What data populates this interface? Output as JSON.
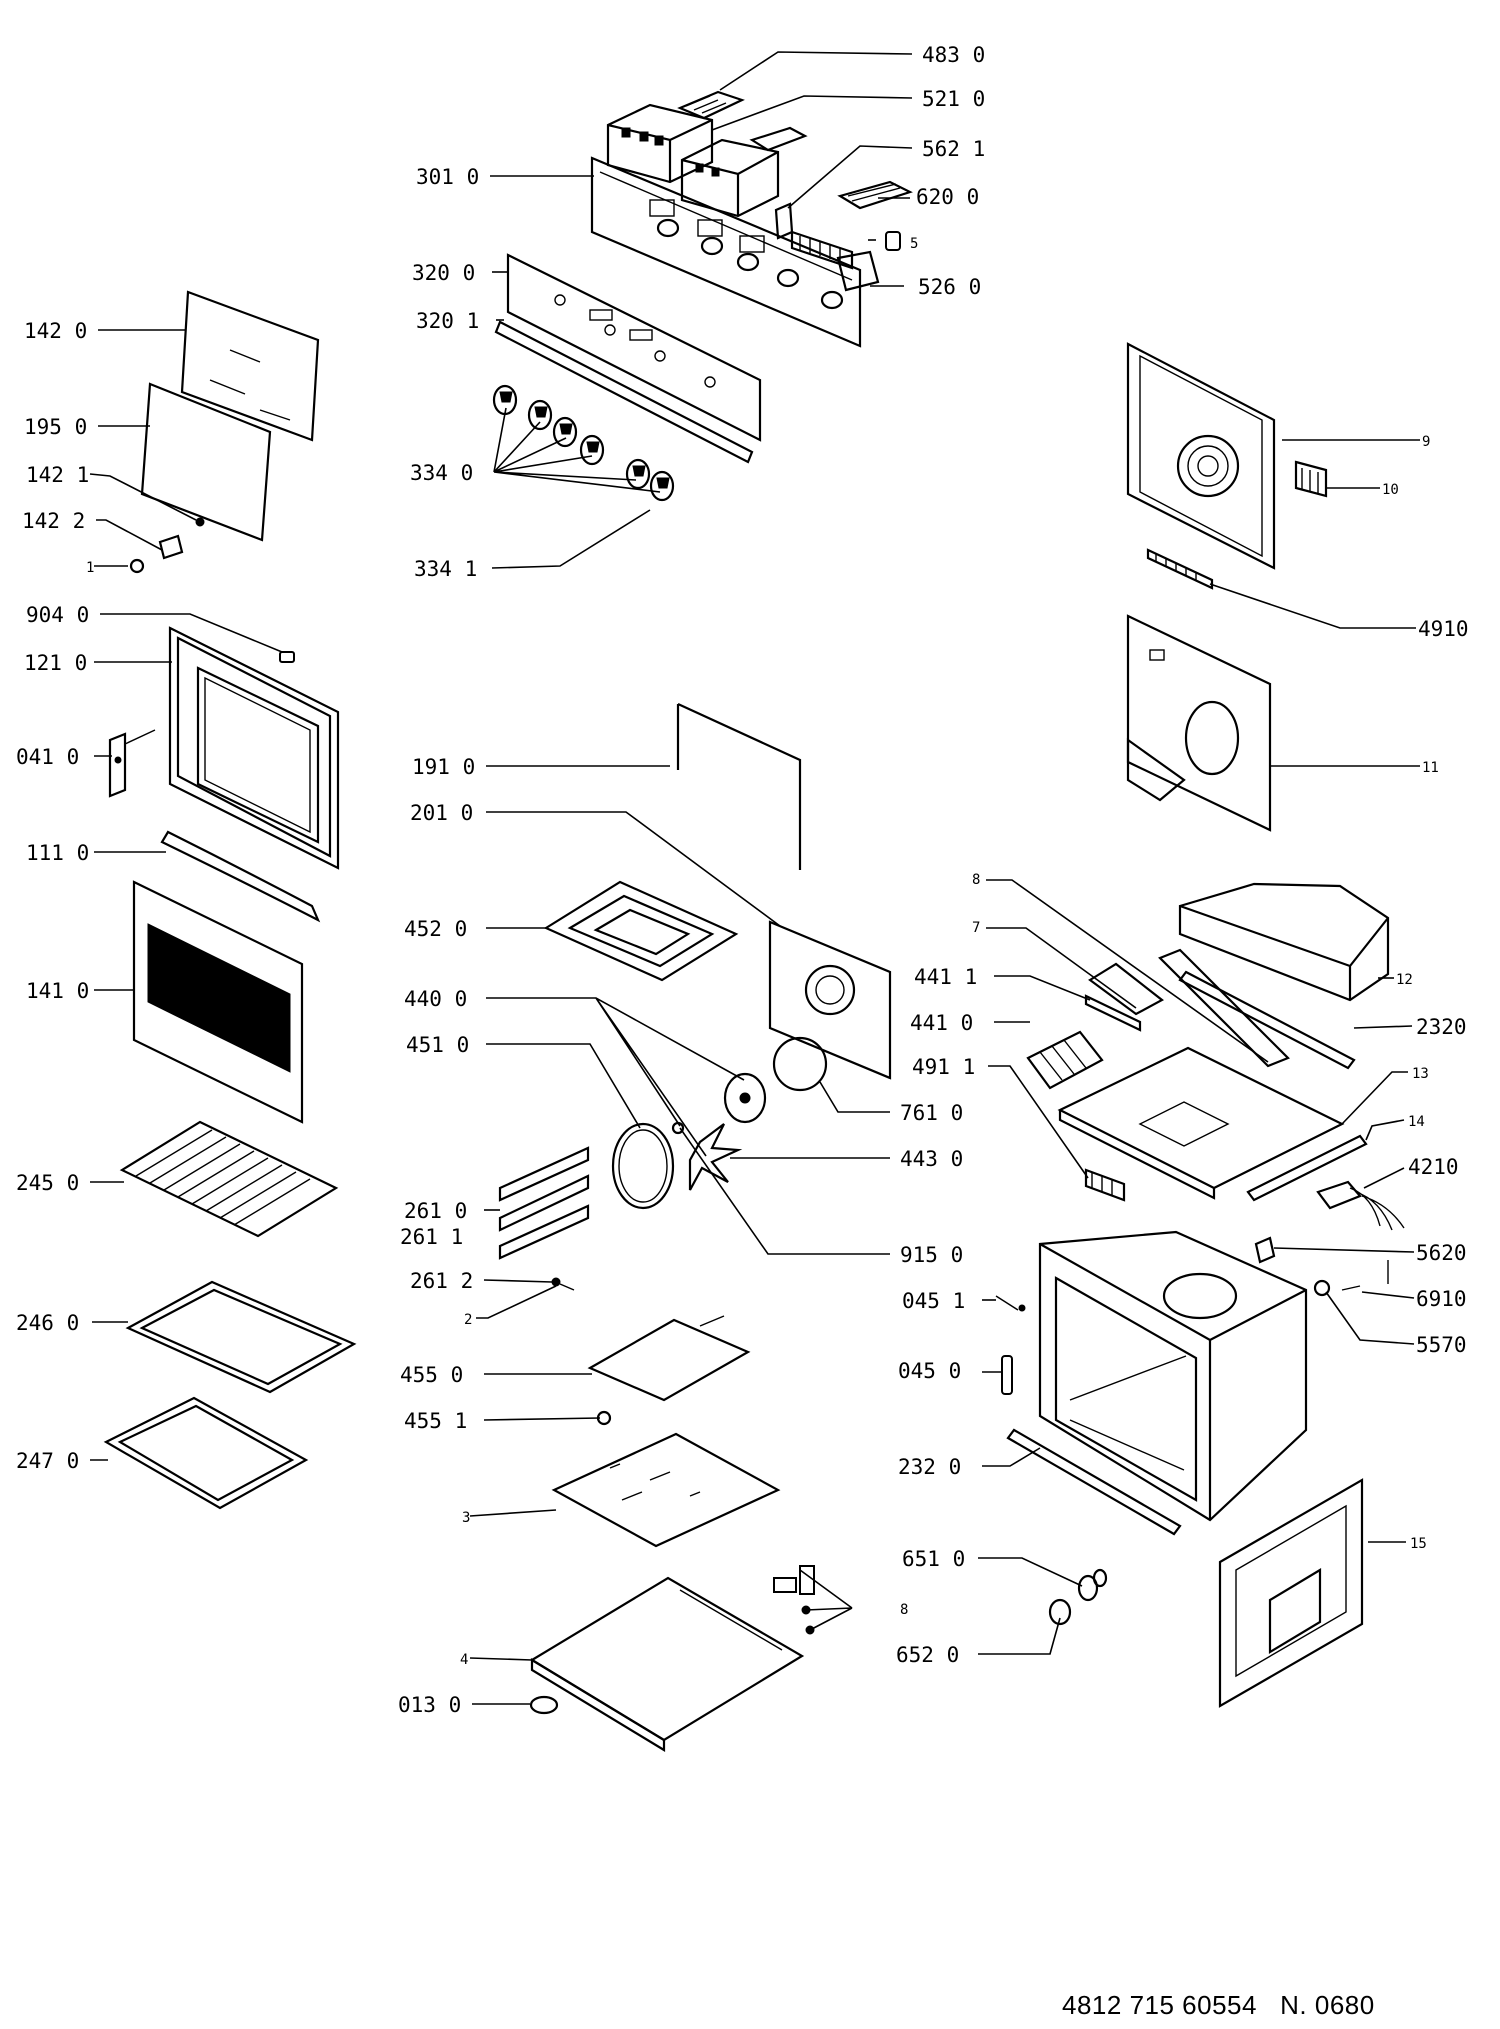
{
  "labels": {
    "l483": "483 0",
    "l521": "521 0",
    "l562": "562 1",
    "l620": "620 0",
    "l5": "5",
    "l526": "526 0",
    "l301": "301 0",
    "l320a": "320 0",
    "l320b": "320 1",
    "l334a": "334 0",
    "l334b": "334 1",
    "l142a": "142 0",
    "l195": "195 0",
    "l142b": "142 1",
    "l142c": "142 2",
    "l1": "1",
    "l904": "904 0",
    "l121": "121 0",
    "l041": "041 0",
    "l111": "111 0",
    "l141": "141 0",
    "l245": "245 0",
    "l246": "246 0",
    "l247": "247 0",
    "l9": "9",
    "l10": "10",
    "l4910": "4910",
    "l11": "11",
    "l191": "191 0",
    "l201": "201 0",
    "l452": "452 0",
    "l440": "440 0",
    "l451": "451 0",
    "l761": "761 0",
    "l443": "443 0",
    "l915": "915 0",
    "l2610": "261 0",
    "l2611": "261 1",
    "l2612": "261 2",
    "l2": "2",
    "l455a": "455 0",
    "l455b": "455 1",
    "l3": "3",
    "l4": "4",
    "l013": "013 0",
    "l8a": "8",
    "l8b": "8",
    "l7": "7",
    "l4411": "441 1",
    "l4410": "441 0",
    "l4911": "491 1",
    "l12": "12",
    "l2320a": "2320",
    "l13": "13",
    "l14": "14",
    "l4210": "4210",
    "l5620": "5620",
    "l6910": "6910",
    "l5570": "5570",
    "l0451": "045 1",
    "l0450": "045 0",
    "l2320b": "232 0",
    "l15": "15",
    "l651": "651 0",
    "l652": "652 0"
  },
  "footer": {
    "code": "4812 715 60554",
    "ref": "N. 0680"
  }
}
